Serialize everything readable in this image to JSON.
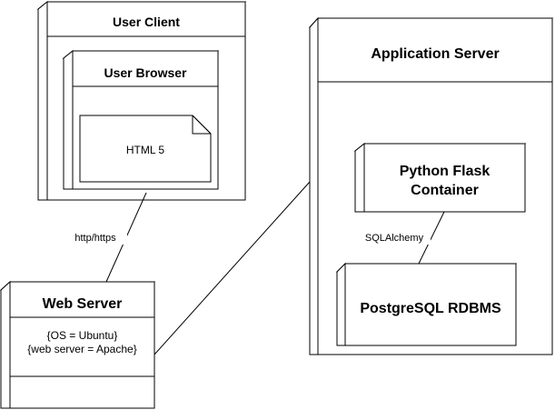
{
  "nodes": {
    "user_client": {
      "title": "User Client"
    },
    "user_browser": {
      "title": "User Browser"
    },
    "html_artifact": {
      "label": "HTML 5"
    },
    "web_server": {
      "title": "Web Server",
      "properties": [
        "{OS = Ubuntu}",
        "{web server = Apache}"
      ]
    },
    "application_server": {
      "title": "Application Server"
    },
    "flask_container": {
      "title_line1": "Python Flask",
      "title_line2": "Container"
    },
    "postgres": {
      "title": "PostgreSQL RDBMS"
    }
  },
  "connections": {
    "client_web": {
      "label": "http/https"
    },
    "flask_db": {
      "label": "SQLAlchemy"
    }
  }
}
